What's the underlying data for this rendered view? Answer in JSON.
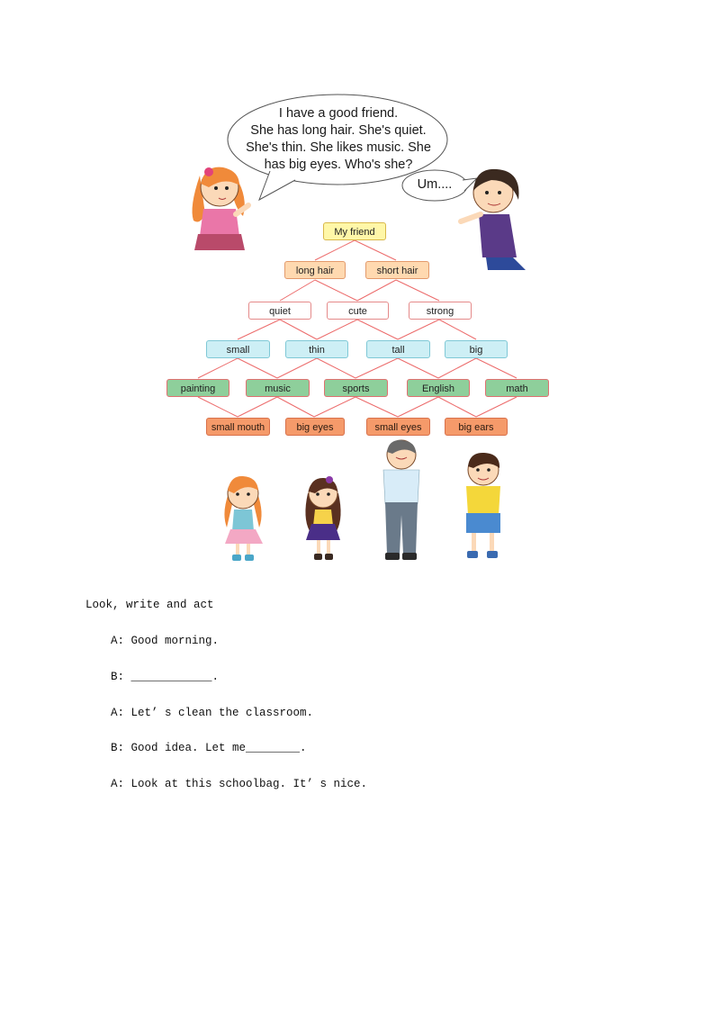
{
  "illustration": {
    "girl_speech": [
      "I have a good friend.",
      "She has long hair. She's quiet.",
      "She's thin. She likes music. She",
      "has big eyes. Who's she?"
    ],
    "boy_speech": "Um....",
    "tree": {
      "root": "My friend",
      "hair": [
        "long hair",
        "short hair"
      ],
      "personality": [
        "quiet",
        "cute",
        "strong"
      ],
      "build": [
        "small",
        "thin",
        "tall",
        "big"
      ],
      "likes": [
        "painting",
        "music",
        "sports",
        "English",
        "math"
      ],
      "features": [
        "small mouth",
        "big eyes",
        "small eyes",
        "big ears"
      ]
    }
  },
  "exercise": {
    "heading": "Look, write and act",
    "lines": [
      "A: Good morning.",
      "B: ____________.",
      "A: Let’ s clean the classroom.",
      "B: Good idea. Let me________.",
      "A: Look at this schoolbag. It’ s nice."
    ]
  }
}
